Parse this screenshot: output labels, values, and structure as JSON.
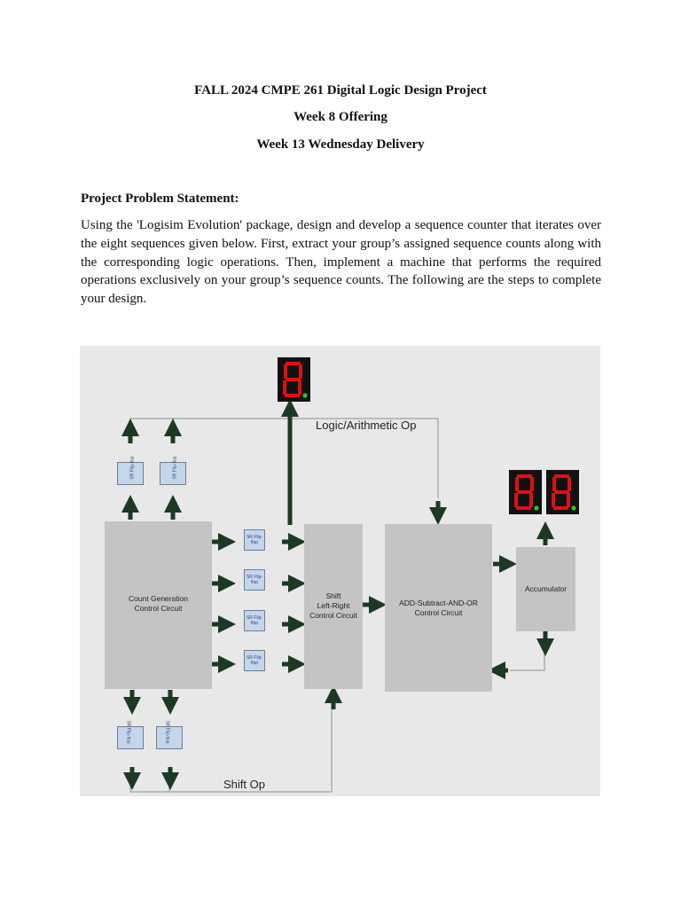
{
  "header": {
    "line1": "FALL 2024 CMPE 261 Digital Logic Design Project",
    "line2": "Week 8 Offering",
    "line3": "Week 13 Wednesday Delivery"
  },
  "section": {
    "heading": "Project Problem Statement:",
    "body": "Using the 'Logisim Evolution' package, design and develop a sequence counter that iterates over the eight sequences given below. First, extract your group’s assigned sequence counts along with the corresponding logic operations. Then, implement a machine that performs the required operations exclusively on your group’s sequence counts. The following are the steps to complete your design."
  },
  "diagram": {
    "blocks": {
      "count_gen_line1": "Count Generation",
      "count_gen_line2": "Control Circuit",
      "shift_line1": "Shift",
      "shift_line2": "Left-Right",
      "shift_line3": "Control Circuit",
      "alu_line1": "ADD-Subtract-AND-OR",
      "alu_line2": "Control Circuit",
      "accumulator": "Accumulator"
    },
    "labels": {
      "logic_op": "Logic/Arithmetic Op",
      "shift_op": "Shift Op"
    },
    "flipflop_label": "SR Flip-flop",
    "display_digit": "8",
    "colors": {
      "arrow": "#1b3a24",
      "display_segment": "#e01010",
      "display_dot": "#22cc22",
      "block": "#c4c4c4",
      "background": "#e8e8e8"
    }
  }
}
